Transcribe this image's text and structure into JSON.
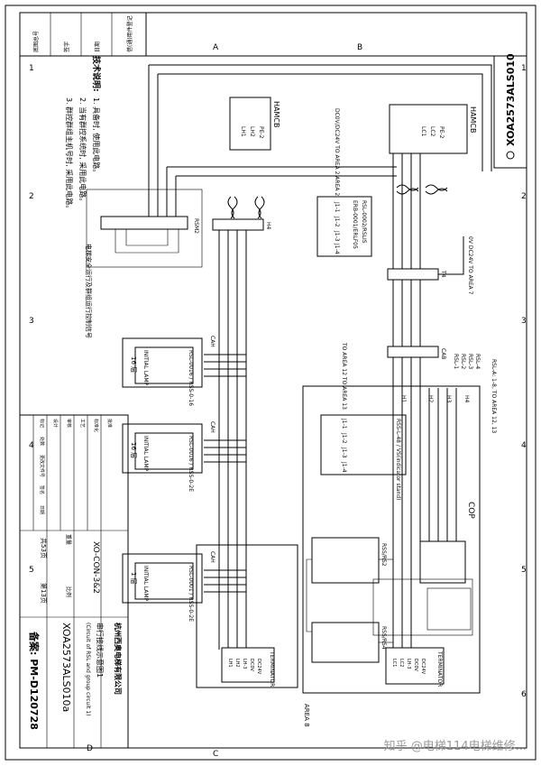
{
  "frame": {
    "col_marks": [
      "A",
      "B",
      "C",
      "D"
    ],
    "row_marks": [
      "1",
      "2",
      "3",
      "4",
      "5",
      "6"
    ]
  },
  "title_block": {
    "company": "杭州西奥电梯有限公司",
    "drawing_title": "串行接线示意图1",
    "drawing_title_en": "(Circuit of RSL and group circuit 1)",
    "drawing_no": "XOA2573ALS010a",
    "drawing_no_top": "XOA2573ALS010",
    "model": "XO-CON-3&2",
    "weight_label": "重量",
    "ratio_label": "比例",
    "total_sheets": "共53页",
    "sheet_no": "第13页",
    "stamp": "备案: PM-D120728",
    "area": "AREA 8",
    "revision_labels": [
      "标记",
      "处数",
      "更改文件号",
      "签名",
      "日期"
    ],
    "approval_labels": [
      "设计",
      "审核",
      "工艺",
      "标准化",
      "批准"
    ]
  },
  "header_strip": {
    "items": [
      "底图总号",
      "签字",
      "日期",
      "借(通)用件登记"
    ]
  },
  "notes": {
    "heading": "技术说明:",
    "lines": [
      "1. 具备时, 使用此电路。",
      "2. 当有群控系统时, 采用此电路。",
      "3. 群控群组主机号时, 采用此电路。"
    ],
    "safety": "电梯安全运行及群组运行控制信号"
  },
  "components": {
    "hamcb_top": {
      "name": "HAMCB",
      "pins": [
        "LH1",
        "LH2",
        "PE-2"
      ]
    },
    "hamcb_right": {
      "name": "HAMCB",
      "pins": [
        "LC1",
        "LC2",
        "PE-2"
      ]
    },
    "rsl_group_box": {
      "name": "RSL-0002/RSLIS",
      "pins": [
        "J1-1",
        "J1-2",
        "J1-3",
        "J1-4"
      ],
      "sub": "ERB-0001/ERLF05"
    },
    "area_note_right": "DC0V/DC24V\nTO AREA 2\nAREA 2",
    "t4": "T4",
    "t4_note": "0V\nDC24V\nTO AREA 7",
    "h4": "H4",
    "rsm2": "RSM2",
    "cab": "CAB",
    "cab_labels": [
      "RSL-4",
      "RSL-3",
      "RSL-2",
      "RSL-1"
    ],
    "cab_note": "TO AREA 12\nTO AREA 13",
    "top_bus_note": "RSL-A: 1-8, TO AREA 12, 13",
    "floor_boxes": [
      {
        "floor": "16 层",
        "name": "RSL-0016 / RSS-0-16",
        "sub": "INITIAL LAMP",
        "plug": "CAH"
      },
      {
        "floor": "16 层",
        "name": "RSL-0016 / RSS-0-2E",
        "sub": "INITIAL LAMP",
        "plug": "CAH"
      },
      {
        "floor": "1 层",
        "name": "RSL-0001 / RSS-0-2E",
        "sub": "INITIAL LAMP",
        "plug": "CAH"
      }
    ],
    "terminator_left": {
      "name": "TERMINATOR",
      "pins": [
        "LH1",
        "LH2",
        "LH-3",
        "DC0V",
        "DC24V"
      ]
    },
    "terminator_right": {
      "name": "TERMINATOR",
      "pins": [
        "LC1",
        "LC2",
        "LH-3",
        "DC0V",
        "DC24V"
      ]
    },
    "cop": "COP",
    "cop_box": {
      "name": "RSS-L-48 / VS(indicator stand)",
      "pins": [
        "J1-1",
        "J1-2",
        "J1-3",
        "J1-4"
      ]
    },
    "rss_panel_1": "RSS/RS2",
    "rss_panel_2": "RSS/RS4",
    "plug_labels": [
      "H1",
      "H2",
      "H3",
      "H4"
    ]
  },
  "watermark": "知乎 @电梯114电梯维修..."
}
